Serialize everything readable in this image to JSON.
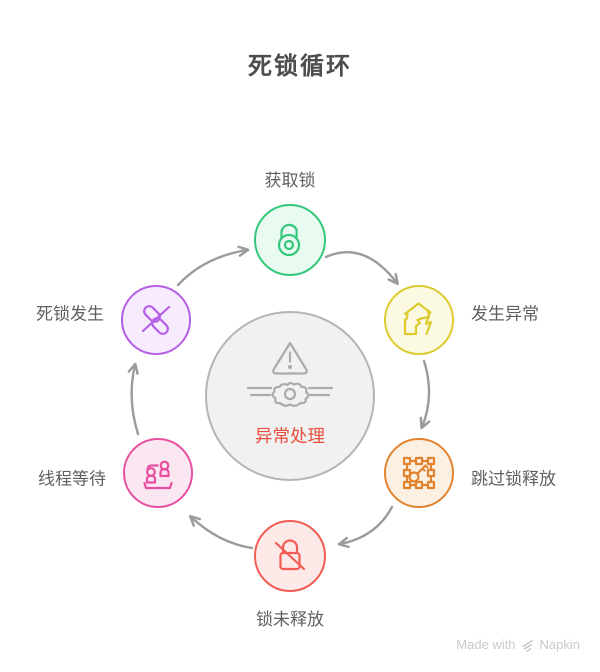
{
  "diagram": {
    "title": "死锁循环",
    "title_color": "#4d4d4d",
    "label_color": "#606060",
    "arrow_color": "#9b9b9b",
    "center": {
      "label": "异常处理",
      "label_color": "#ea4e3e",
      "border_color": "#b5b5b5",
      "fill_color": "#f1f1f1",
      "icon_color": "#ababab",
      "icon": "warning-triangle-valve-icon"
    },
    "nodes": [
      {
        "label": "获取锁",
        "icon": "open-padlock-icon",
        "color": "#35c87d",
        "fill": "#e9faf1",
        "position": "top"
      },
      {
        "label": "发生异常",
        "icon": "broken-house-lightning-icon",
        "color": "#ddca2e",
        "fill": "#fbf9e2",
        "position": "upper-right"
      },
      {
        "label": "跳过锁释放",
        "icon": "framed-key-icon",
        "color": "#e1832f",
        "fill": "#fcf0e3",
        "position": "lower-right"
      },
      {
        "label": "锁未释放",
        "icon": "locked-padlock-slash-icon",
        "color": "#f15d54",
        "fill": "#fde9e7",
        "position": "bottom"
      },
      {
        "label": "线程等待",
        "icon": "waiting-people-icon",
        "color": "#e8509f",
        "fill": "#fbe7f2",
        "position": "lower-left"
      },
      {
        "label": "死锁发生",
        "icon": "crossed-capsules-icon",
        "color": "#b45fe6",
        "fill": "#f7ecfd",
        "position": "upper-left"
      }
    ],
    "flow_order": [
      "获取锁",
      "发生异常",
      "跳过锁释放",
      "锁未释放",
      "线程等待",
      "死锁发生"
    ]
  },
  "footer": {
    "made_with": "Made with",
    "brand": "Napkin",
    "color": "#c9c9c9"
  }
}
